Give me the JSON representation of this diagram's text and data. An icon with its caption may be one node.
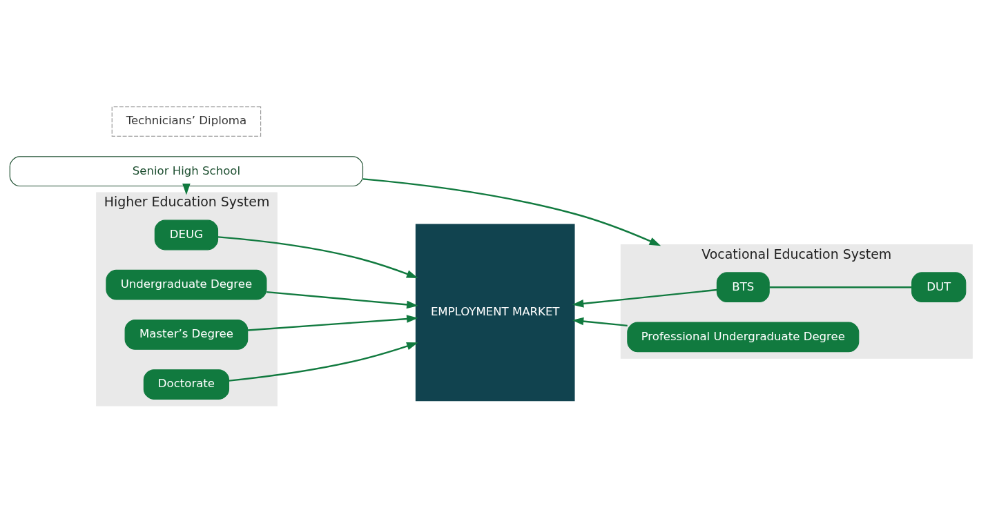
{
  "diagram": {
    "nodes": [
      {
        "text": [
          "Senior High School"
        ]
      },
      {
        "text": [
          "Higher Education System"
        ]
      },
      {
        "text": [
          "EMPLOYMENT MARKET"
        ]
      },
      {
        "text": [
          "Vocational Education System"
        ]
      },
      {
        "text": [
          "Technicians’ Diploma"
        ]
      },
      {
        "text": [
          "DEUG"
        ],
        "in": 1
      },
      {
        "text": [
          "BTS"
        ],
        "in": 3
      },
      {
        "text": [
          "DUT"
        ],
        "in": 3
      },
      {
        "text": [
          "Undergraduate Degree"
        ],
        "in": 1
      },
      {
        "text": [
          "Professional Undergraduate Degree"
        ],
        "in": 3
      },
      {
        "text": [
          "Master’s Degree"
        ],
        "in": 1
      },
      {
        "text": [
          "Doctorate"
        ],
        "in": 1
      }
    ],
    "edges": [
      {
        "from": 0,
        "to": 1,
        "arrow": "to"
      },
      {
        "from": 0,
        "to": 3,
        "arrow": "to"
      },
      {
        "from": 5,
        "to": 2,
        "arrow": "to"
      },
      {
        "from": 6,
        "to": 2,
        "arrow": "to"
      },
      {
        "from": 6,
        "to": 7,
        "arrow": "none"
      },
      {
        "from": 8,
        "to": 2,
        "arrow": "to"
      },
      {
        "from": 9,
        "to": 2,
        "arrow": "to"
      },
      {
        "from": 10,
        "to": 2,
        "arrow": "to"
      },
      {
        "from": 11,
        "to": 2,
        "arrow": "to"
      }
    ]
  }
}
